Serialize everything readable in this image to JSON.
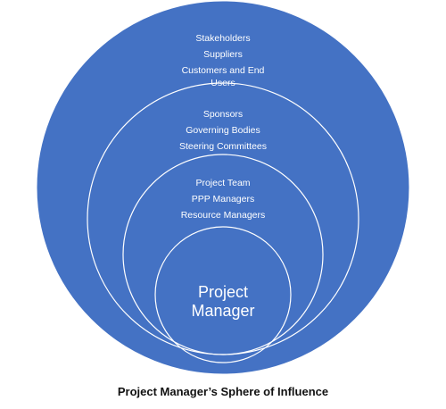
{
  "diagram": {
    "outer": [
      "Stakeholders",
      "Suppliers",
      "Customers and End Users"
    ],
    "middle": [
      "Sponsors",
      "Governing Bodies",
      "Steering Committees"
    ],
    "inner": [
      "Project Team",
      "PPP Managers",
      "Resource Managers"
    ],
    "core": "Project Manager",
    "fill_color": "#4472C4",
    "line_color": "#ffffff"
  },
  "caption": "Project Manager’s Sphere of Influence"
}
